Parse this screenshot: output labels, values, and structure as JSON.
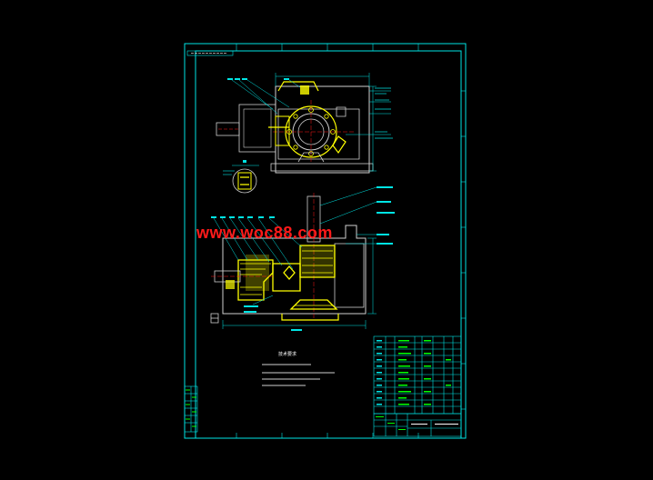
{
  "watermark": "www.woc88.com",
  "colors": {
    "frame": "#00e5e5",
    "part": "#ffff00",
    "text_gray": "#cfcfcf",
    "white": "#ffffff",
    "red": "#ff1a1a",
    "green": "#00ff00",
    "background": "#000000"
  },
  "notes_title": "技术要求",
  "view_labels": {
    "section_a": "A-A"
  }
}
